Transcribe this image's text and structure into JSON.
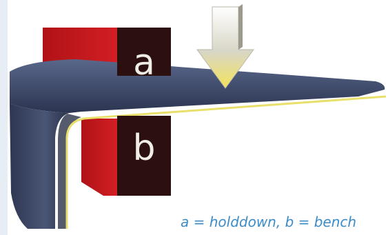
{
  "labels": {
    "holddown_letter": "a",
    "bench_letter": "b"
  },
  "caption": "a = holddown,  b = bench",
  "colors": {
    "holddown_front": "#2c1010",
    "holddown_side": "#c4161c",
    "sheet_metal": "#3a4460",
    "edge_line": "#e8e06a",
    "arrow": "#e6e1a0",
    "caption": "#3b8cc7",
    "left_strip": "#e7edf4"
  },
  "icons": {
    "force_arrow": "down-arrow-icon"
  }
}
